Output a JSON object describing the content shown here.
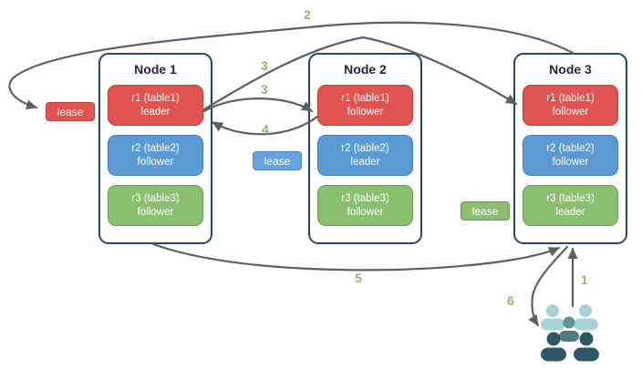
{
  "nodes": [
    {
      "title": "Node 1",
      "replicas": [
        {
          "name": "r1 (table1)",
          "role": "leader",
          "color": "red"
        },
        {
          "name": "r2 (table2)",
          "role": "follower",
          "color": "blue"
        },
        {
          "name": "r3 (table3)",
          "role": "follower",
          "color": "green"
        }
      ]
    },
    {
      "title": "Node 2",
      "replicas": [
        {
          "name": "r1 (table1)",
          "role": "follower",
          "color": "red"
        },
        {
          "name": "r2 (table2)",
          "role": "leader",
          "color": "blue"
        },
        {
          "name": "r3 (table3)",
          "role": "follower",
          "color": "green"
        }
      ]
    },
    {
      "title": "Node 3",
      "replicas": [
        {
          "name": "r1 (table1)",
          "role": "follower",
          "color": "red"
        },
        {
          "name": "r2 (table2)",
          "role": "follower",
          "color": "blue"
        },
        {
          "name": "r3 (table3)",
          "role": "leader",
          "color": "green"
        }
      ]
    }
  ],
  "leases": [
    {
      "label": "lease",
      "color": "#e0534f"
    },
    {
      "label": "lease",
      "color": "#6aa2de"
    },
    {
      "label": "lease",
      "color": "#8abf70"
    }
  ],
  "steps": {
    "s1": "1",
    "s2": "2",
    "s3a": "3",
    "s3b": "3",
    "s4": "4",
    "s5": "5",
    "s6": "6"
  },
  "colors": {
    "replica_red": "#e0534f",
    "replica_blue": "#5b9ad5",
    "replica_green": "#8abf70",
    "node_border": "#27456b",
    "arrow": "#5f5f5f",
    "step_label": "#8aba68",
    "clients_light": "#a6d4d6",
    "clients_medium": "#5e959c",
    "clients_dark": "#2b5766"
  },
  "icons": {
    "clients": "users-group-icon"
  }
}
